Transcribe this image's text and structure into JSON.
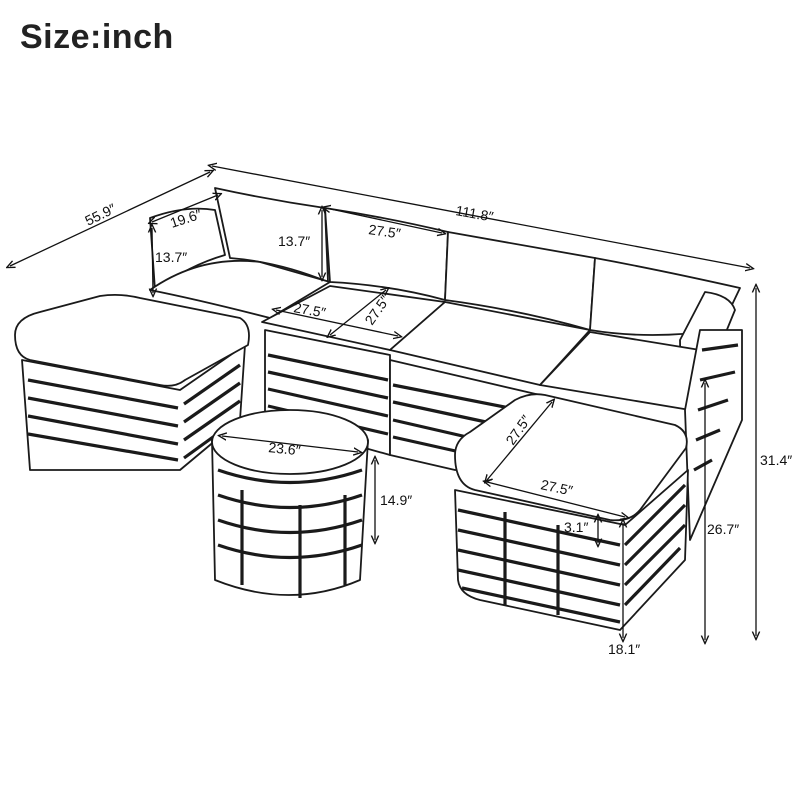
{
  "title": "Size:inch",
  "dimensions": {
    "overall_depth": "55.9″",
    "overall_width": "111.8″",
    "side_pillow_width": "19.6″",
    "side_pillow_height": "13.7″",
    "back_pillow_height": "13.7″",
    "back_pillow_width": "27.5″",
    "seat_width": "27.5″",
    "seat_depth": "27.5″",
    "table_diameter": "23.6″",
    "table_height": "14.9″",
    "ottoman_depth": "27.5″",
    "ottoman_width": "27.5″",
    "cushion_thickness": "3.1″",
    "armrest_height": "26.7″",
    "overall_height": "31.4″",
    "seat_height": "18.1″"
  }
}
